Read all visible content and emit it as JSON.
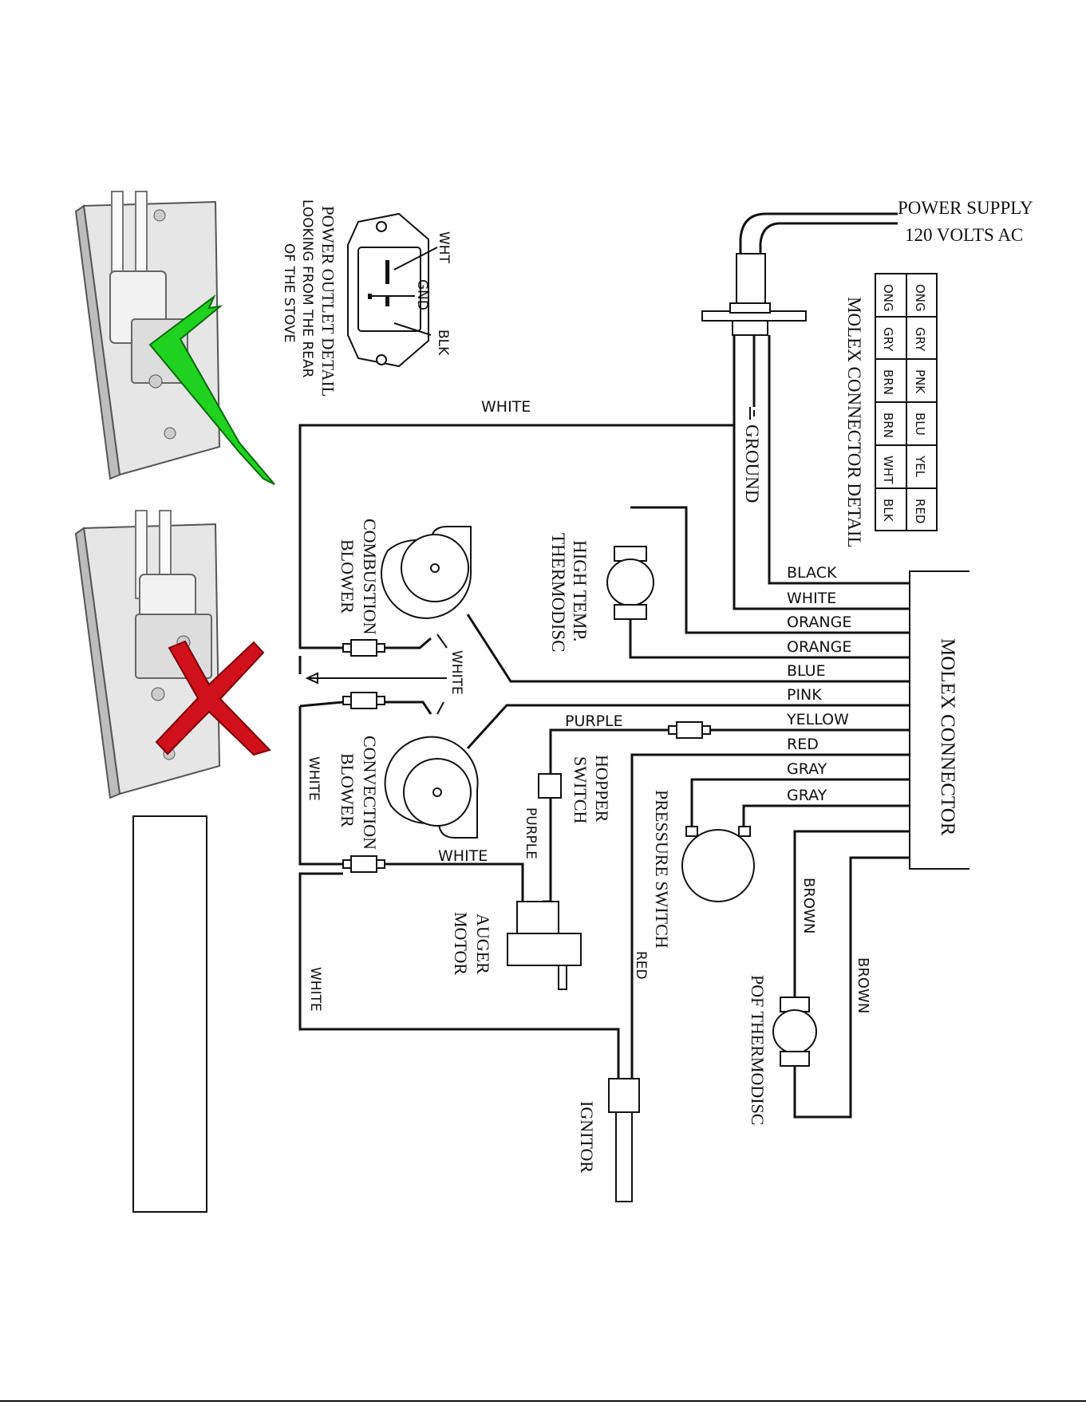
{
  "power_supply": {
    "line1": "POWER SUPPLY",
    "line2": "120 VOLTS AC"
  },
  "ground_label": "GROUND",
  "molex_detail": {
    "title": "MOLEX CONNECTOR DETAIL",
    "row_top": [
      "ONG",
      "GRY",
      "PNK",
      "BLU",
      "YEL",
      "RED"
    ],
    "row_bottom": [
      "ONG",
      "GRY",
      "BRN",
      "BRN",
      "WHT",
      "BLK"
    ]
  },
  "outlet_detail": {
    "pin_wht": "WHT",
    "pin_gnd": "GND",
    "pin_blk": "BLK",
    "caption1": "POWER OUTLET DETAIL",
    "caption2": "LOOKING FROM THE REAR",
    "caption3": "OF THE STOVE"
  },
  "molex_connector_label": "MOLEX CONNECTOR",
  "molex_wires": [
    "BLACK",
    "WHITE",
    "ORANGE",
    "ORANGE",
    "BLUE",
    "PINK",
    "YELLOW",
    "RED",
    "GRAY",
    "GRAY"
  ],
  "wire_labels": {
    "white_top": "WHITE",
    "white_center": "WHITE",
    "white_left_mid": "WHITE",
    "white_auger": "WHITE",
    "white_left_low": "WHITE",
    "purple_top": "PURPLE",
    "purple_side": "PURPLE",
    "red": "RED",
    "brown_1": "BROWN",
    "brown_2": "BROWN"
  },
  "components": {
    "high_temp_1": "HIGH TEMP.",
    "high_temp_2": "THERMODISC",
    "combustion_1": "COMBUSTION",
    "combustion_2": "BLOWER",
    "convection_1": "CONVECTION",
    "convection_2": "BLOWER",
    "hopper_1": "HOPPER",
    "hopper_2": "SWITCH",
    "pressure": "PRESSURE SWITCH",
    "auger_1": "AUGER",
    "auger_2": "MOTOR",
    "pof": "POF THERMODISC",
    "ignitor": "IGNITOR"
  },
  "colors": {
    "check": "#1fd21f",
    "cross": "#d0101a",
    "line": "#111111"
  }
}
